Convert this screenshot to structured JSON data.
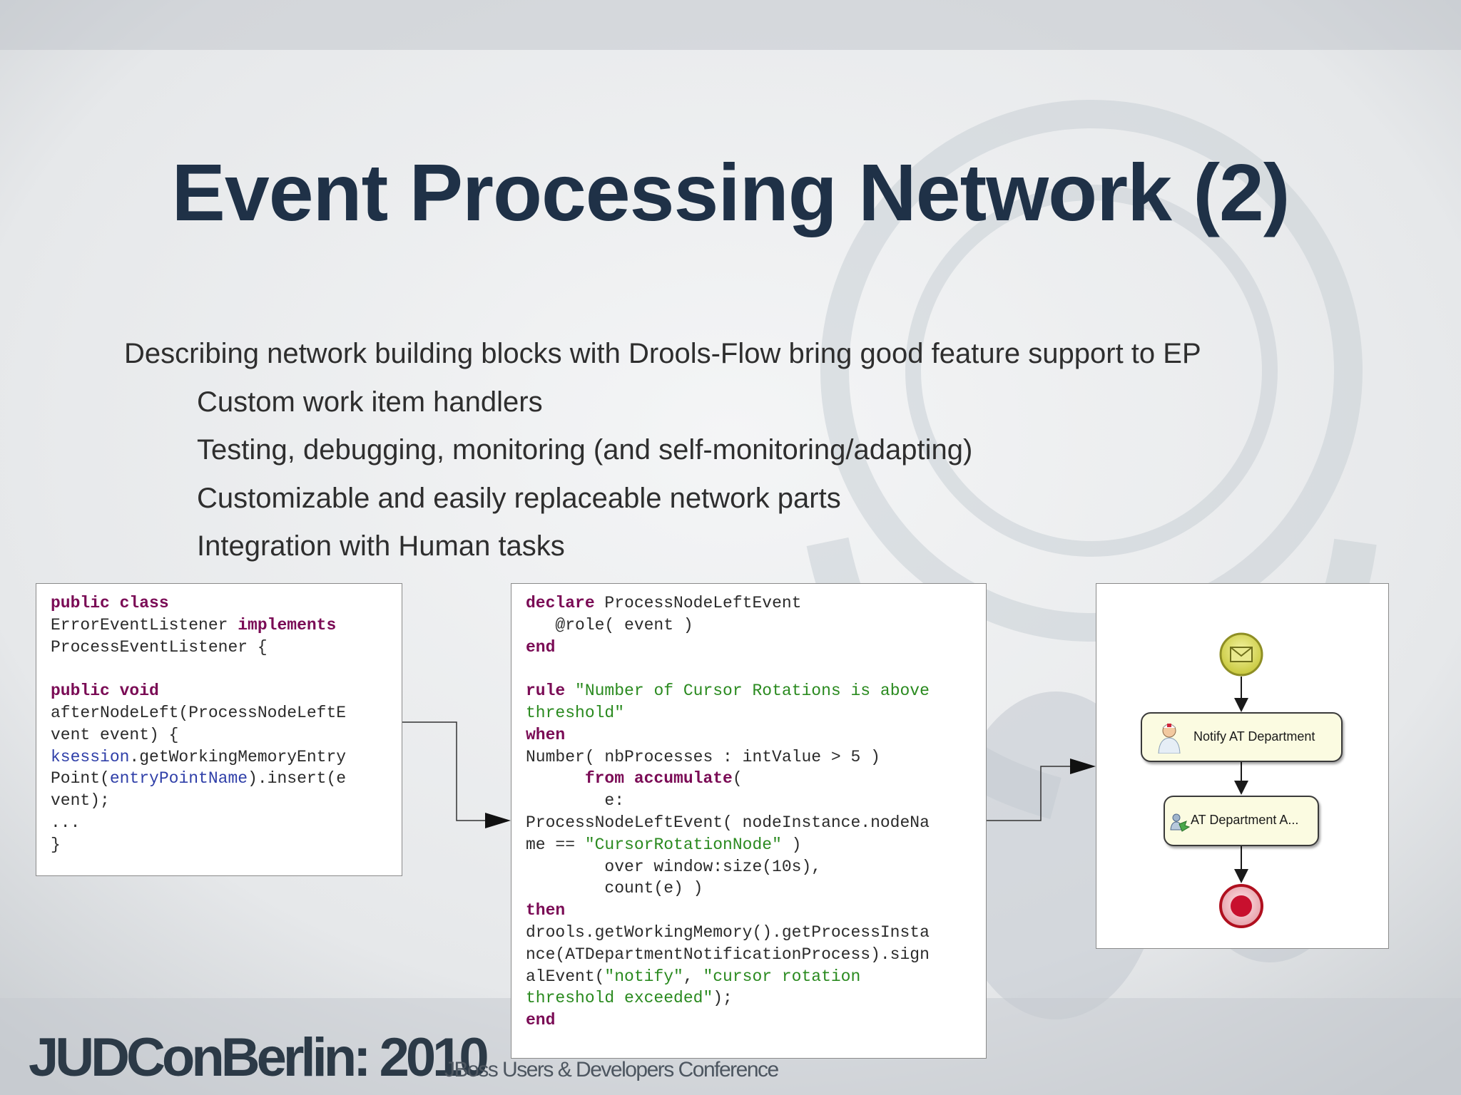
{
  "slide": {
    "title": "Event Processing Network (2)",
    "bullets": {
      "main": "Describing network building blocks with Drools-Flow bring good feature support to EP",
      "sub": [
        "Custom work item handlers",
        "Testing, debugging, monitoring (and self-monitoring/adapting)",
        "Customizable and easily replaceable network parts",
        "Integration with Human tasks"
      ]
    }
  },
  "code_java": {
    "kw_public_class": "public class",
    "l1": "ErrorEventListener ",
    "kw_implements": "implements",
    "l2": "ProcessEventListener {",
    "kw_public_void": "public void",
    "l3": "afterNodeLeft(ProcessNodeLeftE",
    "l4": "vent event) {",
    "fld_ksession": "ksession",
    "l5": ".getWorkingMemoryEntry",
    "l6a": "Point(",
    "fld_entry": "entryPointName",
    "l6b": ").insert(e",
    "l7": "vent);",
    "l8": "...",
    "l9": "}"
  },
  "code_drl": {
    "kw_declare": "declare",
    "l1": " ProcessNodeLeftEvent",
    "l2": "   @role( event )",
    "kw_end1": "end",
    "kw_rule": "rule",
    "str_rule1": " \"Number of Cursor Rotations is above",
    "str_rule2": "threshold\"",
    "kw_when": "when",
    "l3": "Number( nbProcesses : intValue > 5 )",
    "kw_from": "      from accumulate",
    "l4": "(",
    "l5": "        e:",
    "l6": "ProcessNodeLeftEvent( nodeInstance.nodeNa",
    "l7a": "me == ",
    "str_node": "\"CursorRotationNode\"",
    "l7b": " )",
    "l8": "        over window:size(10s),",
    "l9": "        count(e) )",
    "kw_then": "then",
    "l10": "drools.getWorkingMemory().getProcessInsta",
    "l11": "nce(ATDepartmentNotificationProcess).sign",
    "l12a": "alEvent(",
    "str_notify": "\"notify\"",
    "l12b": ", ",
    "str_cursor": "\"cursor rotation",
    "str_threshold": "threshold exceeded\"",
    "l13": ");",
    "kw_end2": "end"
  },
  "flow": {
    "notify_label": "Notify AT Department",
    "at_label": "AT Department A..."
  },
  "footer": {
    "brand": "JUDConBerlin: 2010",
    "subtitle": "JBoss Users & Developers Conference"
  },
  "colors": {
    "title": "#1f3147",
    "keyword": "#7a0b55",
    "string": "#2a8a1f",
    "field": "#2f3fa8",
    "start_event": "#d8d860",
    "end_event": "#c8102e"
  }
}
